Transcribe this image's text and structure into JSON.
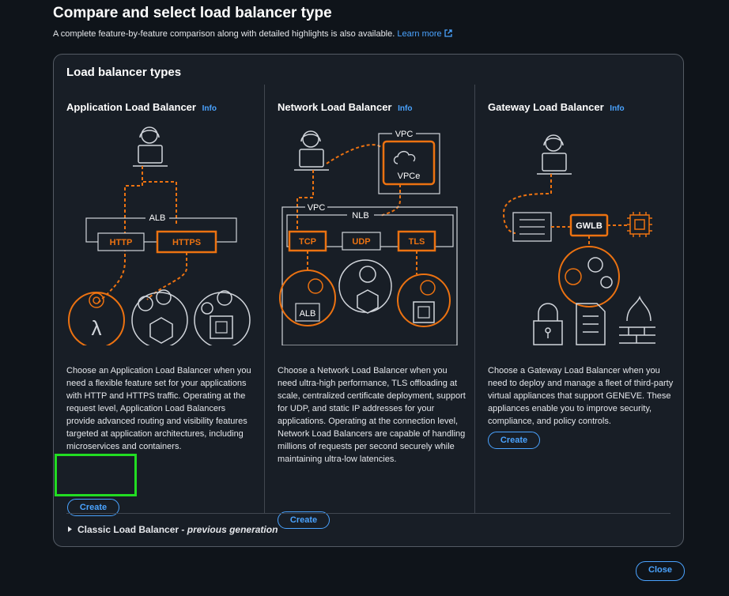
{
  "header": {
    "title": "Compare and select load balancer type",
    "subtitle": "A complete feature-by-feature comparison along with detailed highlights is also available.",
    "learn_more": "Learn more"
  },
  "panel": {
    "title": "Load balancer types",
    "info_label": "Info",
    "alb": {
      "title": "Application Load Balancer",
      "diagram": {
        "group": "ALB",
        "listener1": "HTTP",
        "listener2": "HTTPS"
      },
      "description": "Choose an Application Load Balancer when you need a flexible feature set for your applications with HTTP and HTTPS traffic. Operating at the request level, Application Load Balancers provide advanced routing and visibility features targeted at application architectures, including microservices and containers.",
      "create_label": "Create"
    },
    "nlb": {
      "title": "Network Load Balancer",
      "diagram": {
        "vpc": "VPC",
        "vpce": "VPCe",
        "vpc2": "VPC",
        "group": "NLB",
        "listener1": "TCP",
        "listener2": "UDP",
        "listener3": "TLS",
        "target_alb": "ALB"
      },
      "description": "Choose a Network Load Balancer when you need ultra-high performance, TLS offloading at scale, centralized certificate deployment, support for UDP, and static IP addresses for your applications. Operating at the connection level, Network Load Balancers are capable of handling millions of requests per second securely while maintaining ultra-low latencies.",
      "create_label": "Create"
    },
    "gwlb": {
      "title": "Gateway Load Balancer",
      "diagram": {
        "endpoint": "GWLB"
      },
      "description": "Choose a Gateway Load Balancer when you need to deploy and manage a fleet of third-party virtual appliances that support GENEVE. These appliances enable you to improve security, compliance, and policy controls.",
      "create_label": "Create"
    },
    "classic": {
      "label": "Classic Load Balancer - ",
      "note": "previous generation"
    }
  },
  "footer": {
    "close_label": "Close"
  },
  "colors": {
    "accent": "#4aa3ff",
    "orange": "#ec7211",
    "highlight": "#22dd22"
  }
}
